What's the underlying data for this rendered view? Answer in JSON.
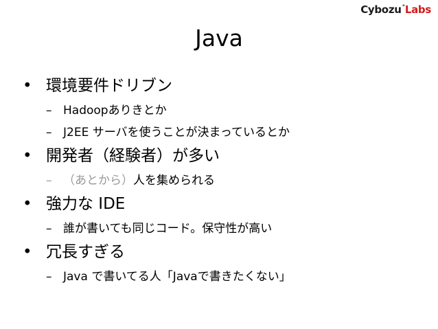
{
  "logo": {
    "brand": "Cybozu",
    "mark": "°",
    "suffix": "Labs"
  },
  "title": "Java",
  "bullet_marker": "•",
  "dash_marker": "–",
  "colors": {
    "muted": "#999999",
    "logo_accent": "#d11b1b"
  },
  "bullets": [
    {
      "text": "環境要件ドリブン",
      "subs": [
        {
          "text": "Hadoopありきとか"
        },
        {
          "text": "J2EE サーバを使うことが決まっているとか"
        }
      ]
    },
    {
      "text": "開発者（経験者）が多い",
      "subs": [
        {
          "muted": "（あとから）",
          "text": "人を集められる"
        }
      ]
    },
    {
      "text": "強力な IDE",
      "subs": [
        {
          "text": "誰が書いても同じコード。保守性が高い"
        }
      ]
    },
    {
      "text": "冗長すぎる",
      "subs": [
        {
          "text": "Java で書いてる人「Javaで書きたくない」"
        }
      ]
    }
  ]
}
